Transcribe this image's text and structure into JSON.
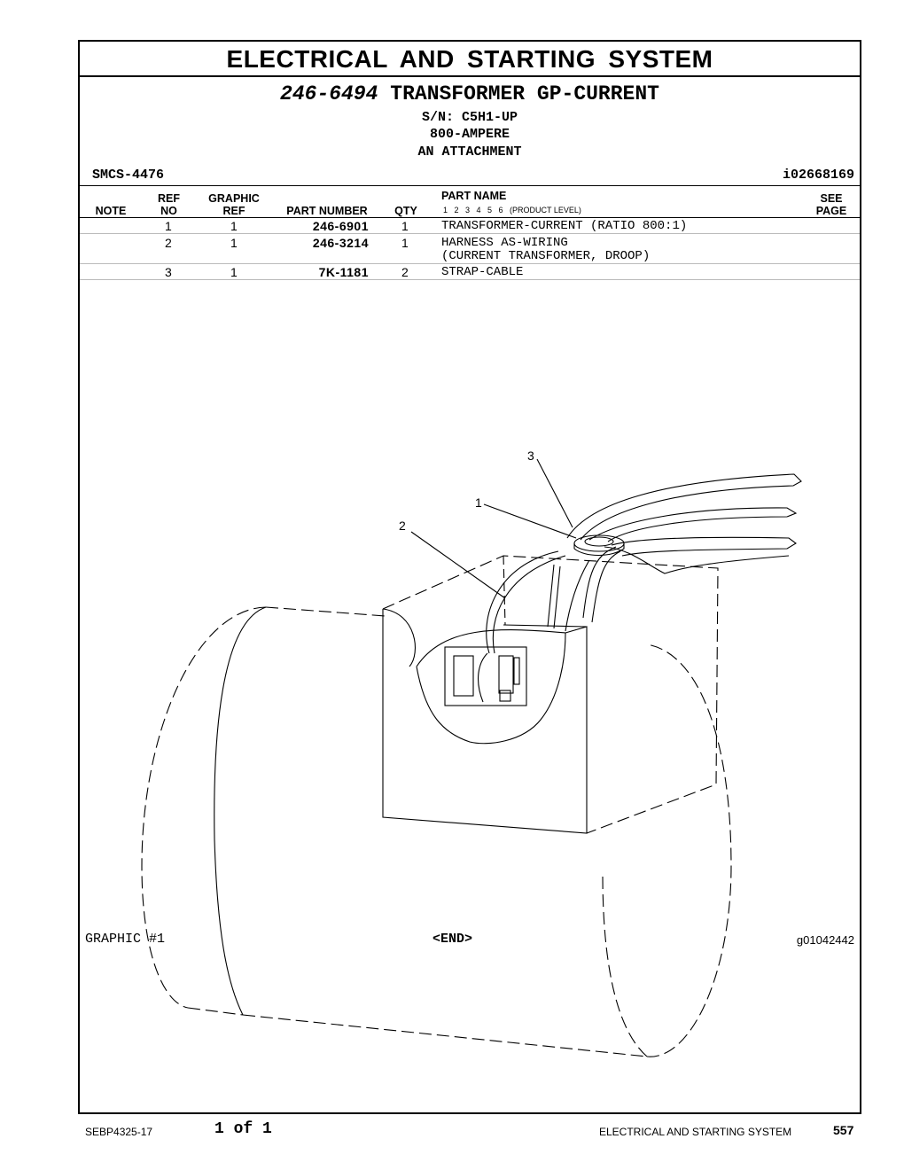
{
  "section_title": "ELECTRICAL AND STARTING SYSTEM",
  "group": {
    "part_number": "246-6494",
    "name": "TRANSFORMER GP-CURRENT",
    "serial": "S/N: C5H1-UP",
    "rating": "800-AMPERE",
    "type": "AN ATTACHMENT"
  },
  "smcs": "SMCS-4476",
  "info_id": "i02668169",
  "table": {
    "headers": {
      "note": "NOTE",
      "ref_top": "REF",
      "ref_bottom": "NO",
      "graphic_top": "GRAPHIC",
      "graphic_bottom": "REF",
      "part_number": "PART NUMBER",
      "qty": "QTY",
      "part_name": "PART NAME",
      "levels": "1   2   3   4   5   6   (PRODUCT LEVEL)",
      "see_top": "SEE",
      "see_bottom": "PAGE"
    },
    "rows": [
      {
        "ref": "1",
        "graphic": "1",
        "part_number": "246-6901",
        "qty": "1",
        "name": "TRANSFORMER-CURRENT (RATIO 800:1)",
        "name2": ""
      },
      {
        "ref": "2",
        "graphic": "1",
        "part_number": "246-3214",
        "qty": "1",
        "name": "HARNESS AS-WIRING",
        "name2": "(CURRENT TRANSFORMER, DROOP)"
      },
      {
        "ref": "3",
        "graphic": "1",
        "part_number": "7K-1181",
        "qty": "2",
        "name": "STRAP-CABLE",
        "name2": ""
      }
    ]
  },
  "callouts": {
    "c1": "1",
    "c2": "2",
    "c3": "3"
  },
  "graphic_label": "GRAPHIC #1",
  "end_label": "<END>",
  "graphic_id": "g01042442",
  "footer": {
    "doc": "SEBP4325-17",
    "page_of": "1 of 1",
    "section": "ELECTRICAL AND STARTING SYSTEM",
    "page": "557"
  }
}
